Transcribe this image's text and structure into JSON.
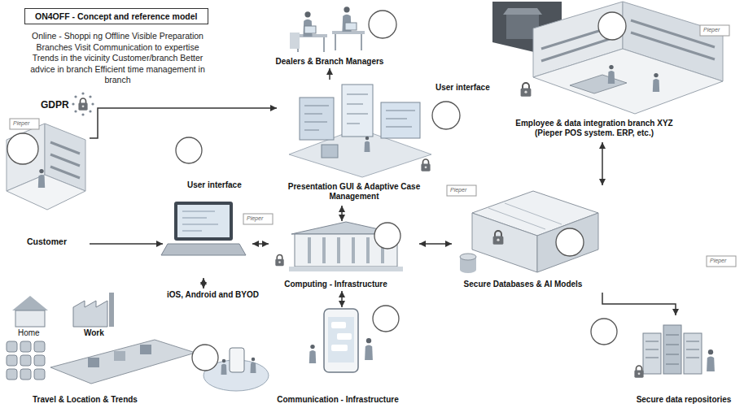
{
  "diagram": {
    "title": "ON4OFF - Concept and reference model",
    "nodes": [
      {
        "text": [
          "Dealers & Branch Managers"
        ]
      },
      {
        "text": [
          "Employee & data integration branch XYZ (Pieper POS system. ERP, etc.)"
        ]
      },
      {
        "text": [
          "User interface",
          "Presentation GUI & Adaptive Case Management"
        ]
      },
      {
        "text": [
          "Customer"
        ]
      },
      {
        "text": [
          "User interface"
        ]
      },
      {
        "text": [
          "Computing - Infrastructure"
        ]
      },
      {
        "text": [
          "Secure Databases & AI Models"
        ]
      },
      {
        "text": [
          "iOS, Android and BYOD"
        ]
      },
      {
        "text": [
          "Travel & Location & Trends"
        ]
      },
      {
        "text": [
          "Communication - Infrastructure"
        ]
      },
      {
        "text": [
          "Secure data repositories"
        ]
      }
    ],
    "edges": [
      {
        "from": 2,
        "to": 0,
        "arrow": "to"
      },
      {
        "from": 2,
        "to": 5,
        "arrow": "both"
      },
      {
        "from": 5,
        "to": 9,
        "arrow": "both"
      },
      {
        "from": 4,
        "to": 5,
        "arrow": "both"
      },
      {
        "from": 4,
        "to": 7,
        "arrow": "both"
      },
      {
        "from": 3,
        "to": 4,
        "arrow": "to"
      },
      {
        "from": 3,
        "to": 2,
        "arrow": "to"
      },
      {
        "from": 5,
        "to": 6,
        "arrow": "both"
      },
      {
        "from": 6,
        "to": 1,
        "arrow": "both"
      },
      {
        "from": 6,
        "to": 10,
        "arrow": "to"
      }
    ],
    "labels": [
      "Online - Shoppi ng Offline Visible Preparation Branches Visit Communication to expertise Trends in the vicinity Customer/branch Better advice in branch Efficient time management in branch",
      "GDPR",
      "Home",
      "Work",
      "Pieper",
      "Pieper",
      "Pieper",
      "Pieper",
      "Pieper"
    ]
  }
}
